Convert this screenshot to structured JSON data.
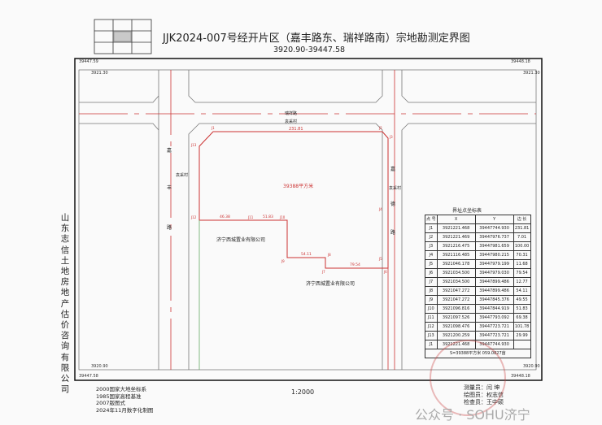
{
  "title": "JJK2024-007号经开片区（嘉丰路东、瑞祥路南）宗地勘测定界图",
  "subtitle": "3920.90-39447.58",
  "frame_coords": {
    "tl_x": "39447.59",
    "tl_y": "3921.30",
    "tr_x": "39448.18",
    "tr_y": "3921.30",
    "bl_y": "3920.90",
    "bl_x": "39447.58",
    "br_y": "3920.90",
    "br_x": "39448.18"
  },
  "company": "山东志信土地房地产估价咨询有限公司",
  "map": {
    "road_top": "瑞祥路",
    "village_top": "袁采村",
    "top_length": "231.81",
    "area": "39388平方米",
    "road_left": [
      "嘉",
      "丰",
      "路"
    ],
    "village_left": "袁采村",
    "road_right": [
      "嘉",
      "德",
      "路"
    ],
    "village_right": "袁采村",
    "owner1": "济宁西城置业有限公司",
    "owner2": "济宁西城置业有限公司",
    "seg_labels": [
      "46.38",
      "51.83",
      "54.11",
      "79.54"
    ],
    "points": [
      "J1",
      "J2",
      "J3",
      "J4",
      "J5",
      "J6",
      "J7",
      "J8",
      "J9",
      "J10",
      "J11",
      "J12",
      "J13"
    ]
  },
  "table": {
    "title": "界址点坐标表",
    "headers": [
      "点 号",
      "X",
      "Y",
      "边 长"
    ],
    "rows": [
      [
        "J1",
        "3921221.468",
        "39447744.930"
      ],
      [
        "J2",
        "3921221.469",
        "39447976.737"
      ],
      [
        "J3",
        "3921216.475",
        "39447981.659"
      ],
      [
        "J4",
        "3921116.485",
        "39447980.215"
      ],
      [
        "J5",
        "3921046.178",
        "39447979.199"
      ],
      [
        "J6",
        "3921034.500",
        "39447979.030"
      ],
      [
        "J7",
        "3921034.500",
        "39447899.486"
      ],
      [
        "J8",
        "3921047.272",
        "39447899.486"
      ],
      [
        "J9",
        "3921047.272",
        "39447845.376"
      ],
      [
        "J10",
        "3921096.816",
        "39447844.919"
      ],
      [
        "J11",
        "3921097.526",
        "39447793.092"
      ],
      [
        "J12",
        "3921098.476",
        "39447723.721"
      ],
      [
        "J13",
        "3921200.259",
        "39447723.721"
      ],
      [
        "J1",
        "3921221.468",
        "39447744.930"
      ]
    ],
    "lengths": [
      "231.81",
      "7.01",
      "100.00",
      "70.31",
      "11.68",
      "79.54",
      "12.77",
      "54.11",
      "49.55",
      "51.83",
      "69.38",
      "101.78",
      "29.99"
    ],
    "area_note": "S=39388平方米  059.0827亩"
  },
  "notes": [
    "2000国家大地坐标系",
    "1985国家高程基准",
    "2007版图式",
    "2024年11月数字化制图"
  ],
  "scale": "1:2000",
  "staff": [
    "测量员：闫  坤",
    "绘图员：权志信",
    "检查员：王中硕"
  ],
  "watermark": "公众号 · SOHU济宁"
}
